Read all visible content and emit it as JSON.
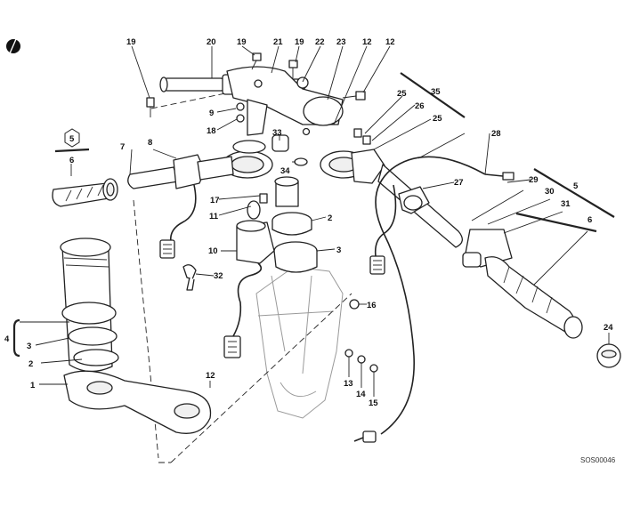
{
  "drawing_code": "SOS00046",
  "callouts": {
    "c1": "1",
    "c2_left": "2",
    "c3_left": "3",
    "c4": "4",
    "c5_left": "5",
    "c6_left": "6",
    "c7": "7",
    "c8": "8",
    "c9": "9",
    "c10": "10",
    "c11": "11",
    "c12_top_a": "12",
    "c12_top_b": "12",
    "c12_bottom": "12",
    "c13": "13",
    "c14": "14",
    "c15": "15",
    "c16": "16",
    "c17": "17",
    "c18": "18",
    "c19_a": "19",
    "c19_b": "19",
    "c19_c": "19",
    "c20": "20",
    "c21": "21",
    "c22": "22",
    "c23": "23",
    "c24": "24",
    "c25_a": "25",
    "c25_b": "25",
    "c26": "26",
    "c27": "27",
    "c28": "28",
    "c29": "29",
    "c30": "30",
    "c31": "31",
    "c32": "32",
    "c33": "33",
    "c34": "34",
    "c35": "35",
    "c2_right": "2",
    "c3_right": "3",
    "c5_right": "5",
    "c6_right": "6"
  }
}
